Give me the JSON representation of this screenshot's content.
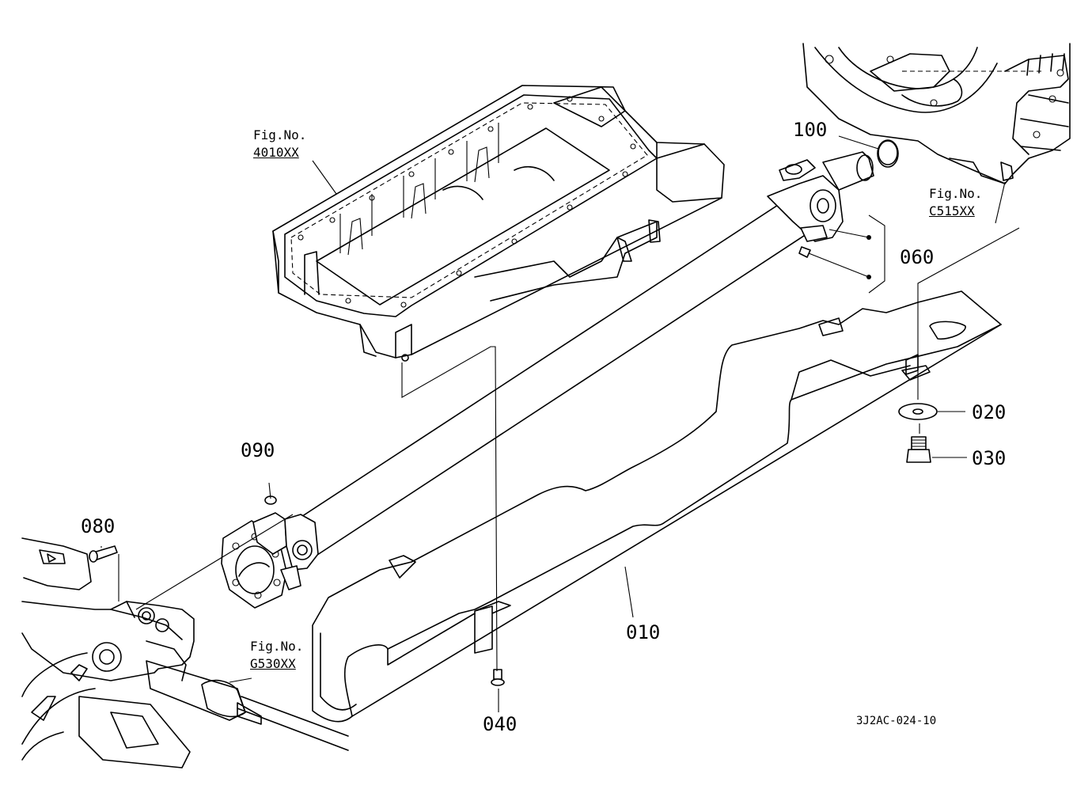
{
  "callouts": {
    "p010": "010",
    "p020": "020",
    "p030": "030",
    "p040": "040",
    "p060": "060",
    "p080": "080",
    "p090": "090",
    "p100": "100"
  },
  "figure_refs": {
    "oil_pan": {
      "prefix": "Fig.No.",
      "code": "4010XX"
    },
    "transmission": {
      "prefix": "Fig.No.",
      "code": "C515XX"
    },
    "front_axle": {
      "prefix": "Fig.No.",
      "code": "G530XX"
    }
  },
  "drawing_code": "3J2AC-024-10",
  "colors": {
    "line": "#000000",
    "background": "#ffffff"
  }
}
